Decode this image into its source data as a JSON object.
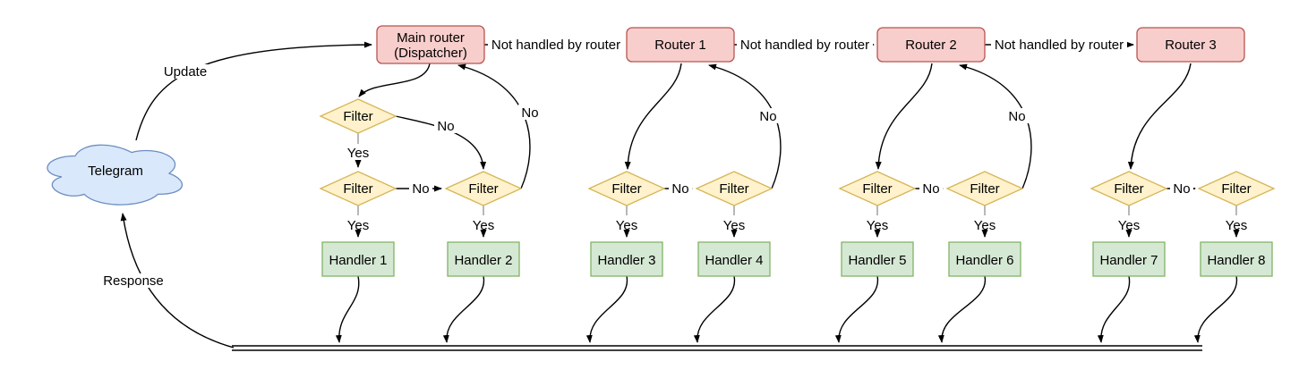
{
  "diagram": {
    "nodes": {
      "telegram": "Telegram",
      "main_router_line1": "Main router",
      "main_router_line2": "(Dispatcher)",
      "router1": "Router 1",
      "router2": "Router 2",
      "router3": "Router 3",
      "filter": "Filter",
      "handlers": [
        "Handler 1",
        "Handler 2",
        "Handler 3",
        "Handler 4",
        "Handler 5",
        "Handler 6",
        "Handler 7",
        "Handler 8"
      ]
    },
    "edges": {
      "update": "Update",
      "response": "Response",
      "not_handled": "Not handled by router",
      "yes": "Yes",
      "no": "No"
    },
    "colors": {
      "router_fill": "#f8cecc",
      "router_stroke": "#b85450",
      "filter_fill": "#fff2cc",
      "filter_stroke": "#d6b656",
      "handler_fill": "#d5e8d4",
      "handler_stroke": "#82b366",
      "cloud_fill": "#dae8fc",
      "cloud_stroke": "#6c8ebf",
      "edge_color": "#000000",
      "stub_color": "#999999"
    }
  }
}
